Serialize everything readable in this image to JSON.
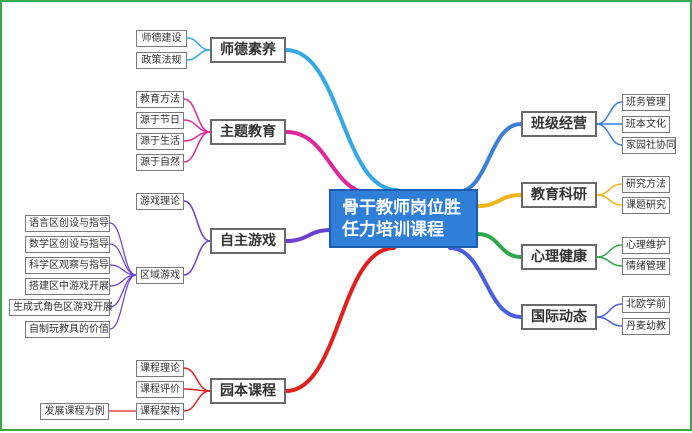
{
  "center": {
    "line1": "骨干教师岗位胜",
    "line2": "任力培训课程",
    "color": "#2f7fd8"
  },
  "branches": {
    "shide": {
      "label": "师德素养",
      "color": "#35a8e8",
      "items": [
        "师德建设",
        "政策法规"
      ]
    },
    "zhuti": {
      "label": "主题教育",
      "color": "#e0279a",
      "items": [
        "教育方法",
        "源于节日",
        "源于生活",
        "源于自然"
      ]
    },
    "zizhu": {
      "label": "自主游戏",
      "color": "#6b3fd0",
      "items": [
        "游戏理论",
        "区域游戏"
      ],
      "quyu_items": [
        "语言区创设与指导",
        "数学区创设与指导",
        "科学区观察与指导",
        "搭建区中游戏开展",
        "生成式角色区游戏开展",
        "自制玩教具的价值"
      ]
    },
    "yuanben": {
      "label": "园本课程",
      "color": "#e02020",
      "items": [
        "课程理论",
        "课程评价",
        "课程架构"
      ],
      "jiagou_item": "发展课程为例"
    },
    "banji": {
      "label": "班级经营",
      "color": "#3d7fd8",
      "items": [
        "班务管理",
        "班本文化",
        "家园社协同"
      ]
    },
    "keyan": {
      "label": "教育科研",
      "color": "#f2b51b",
      "items": [
        "研究方法",
        "课题研究"
      ]
    },
    "xinli": {
      "label": "心理健康",
      "color": "#2ea84a",
      "items": [
        "心理维护",
        "情绪管理"
      ]
    },
    "guoji": {
      "label": "国际动态",
      "color": "#4a5ee0",
      "items": [
        "北欧学前",
        "丹麦幼教"
      ]
    }
  }
}
